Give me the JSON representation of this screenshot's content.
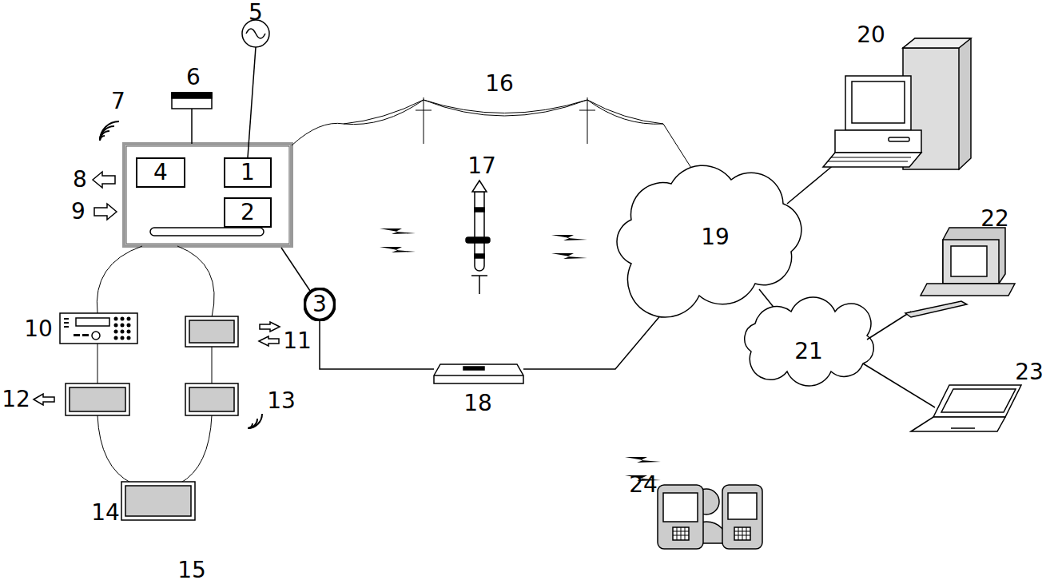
{
  "diagram": {
    "nodes": [
      {
        "text": [
          "4"
        ]
      },
      {
        "text": [
          "1"
        ]
      },
      {
        "text": [
          "2"
        ]
      },
      {
        "text": [
          "3"
        ]
      }
    ],
    "labels": [
      "5",
      "6",
      "7",
      "8",
      "9",
      "10",
      "11",
      "12",
      "13",
      "14",
      "15",
      "16",
      "17",
      "18",
      "19",
      "20",
      "21",
      "22",
      "23",
      "24"
    ]
  }
}
